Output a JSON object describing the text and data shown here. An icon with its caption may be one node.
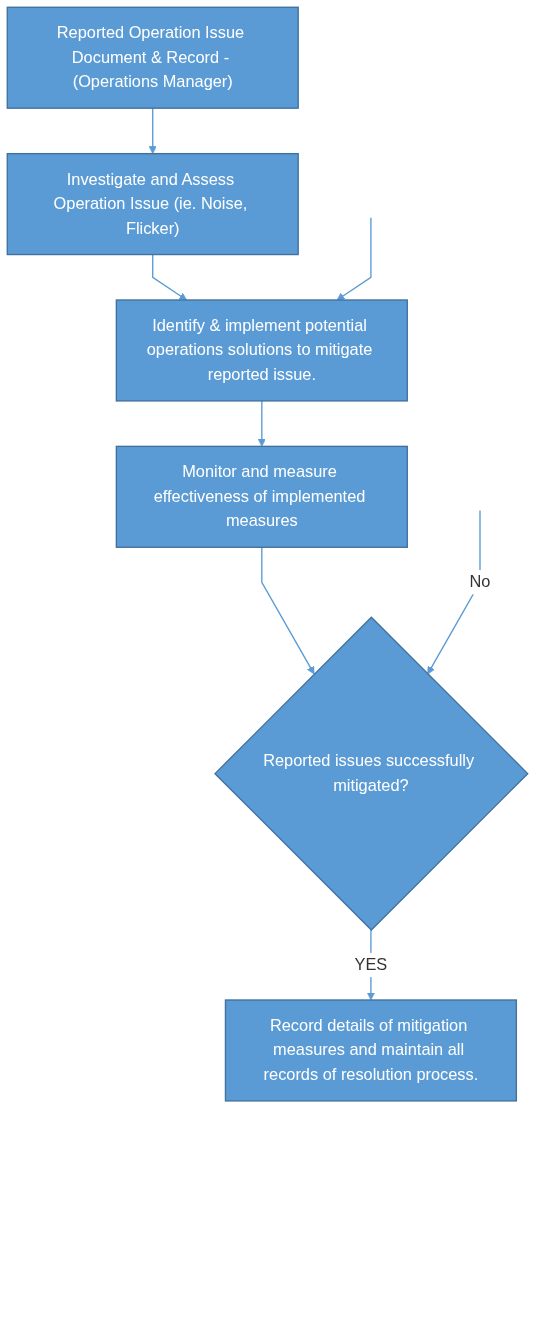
{
  "diagram": {
    "nodes": [
      {
        "text": [
          "Reported Operation Issue Document & Record - (Operations Manager)"
        ]
      },
      {
        "text": [
          "Investigate and Assess Operation Issue (ie. Noise, Flicker)"
        ]
      },
      {
        "text": [
          "Identify & implement potential operations solutions to mitigate reported issue."
        ]
      },
      {
        "text": [
          "Monitor and measure effectiveness of implemented measures"
        ]
      },
      {
        "text": [
          "Reported issues successfully mitigated?"
        ]
      },
      {
        "text": [
          "Record details of mitigation measures and maintain all records of resolution process."
        ]
      }
    ],
    "edges": [
      {
        "from": 0,
        "to": 1,
        "arrow": "to"
      },
      {
        "from": 1,
        "to": 2,
        "arrow": "to"
      },
      {
        "from": 2,
        "to": 3,
        "arrow": "to"
      },
      {
        "from": 3,
        "to": 4,
        "arrow": "to"
      },
      {
        "from": 4,
        "to": 5,
        "label": "YES",
        "arrow": "to"
      },
      {
        "from": null,
        "to": 2,
        "arrow": "to"
      },
      {
        "from": null,
        "to": 4,
        "label": "No",
        "arrow": "to"
      }
    ]
  }
}
